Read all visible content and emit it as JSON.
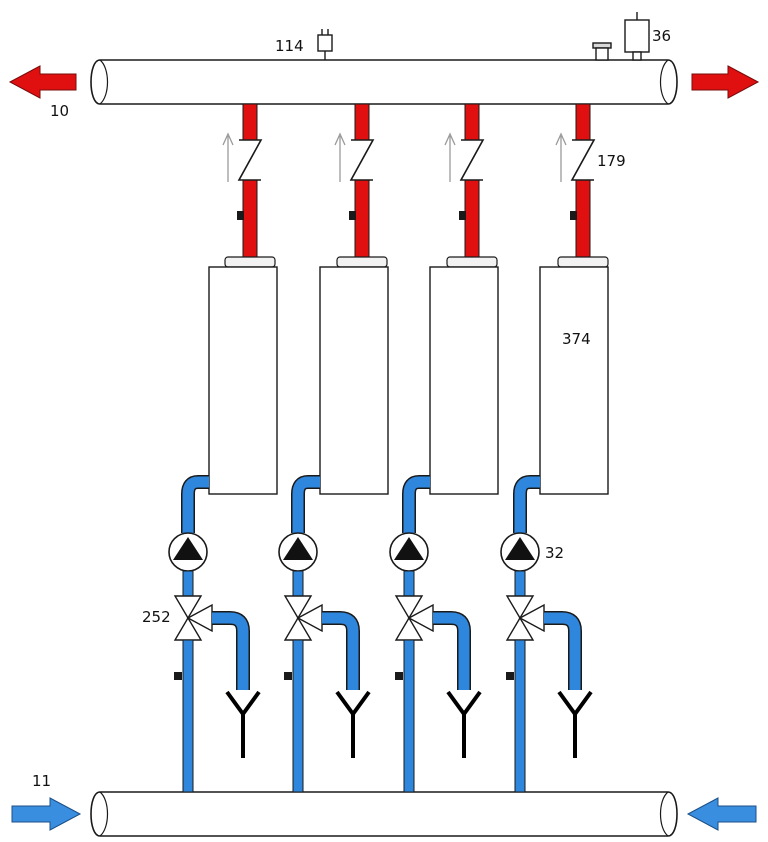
{
  "labels": {
    "flow_outlet": "10",
    "return_inlet": "11",
    "air_vent": "114",
    "pressure_switch": "36",
    "check_valve": "179",
    "boiler": "374",
    "pump": "32",
    "three_way_valve": "252"
  },
  "colors": {
    "hot_pipe": "#e01010",
    "cold_pipe": "#2f86dd",
    "outline": "#1a1a1a",
    "hot_arrow": "#e01010",
    "cold_arrow": "#3a8ee0",
    "flow_arrow": "#9a9a9a"
  },
  "module_count": 4
}
